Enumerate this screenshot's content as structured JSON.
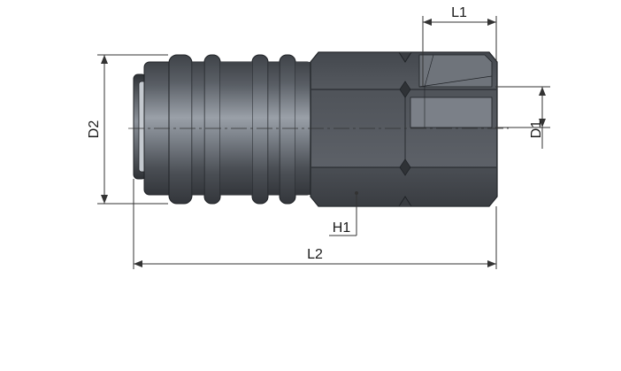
{
  "labels": {
    "l1": "L1",
    "l2": "L2",
    "d1": "D1",
    "d2": "D2",
    "h1": "H1"
  },
  "colors": {
    "metal_dark": "#3a3d42",
    "metal_mid": "#6b7078",
    "metal_light": "#a7adb5",
    "edge": "#1f2226",
    "background": "#ffffff"
  }
}
